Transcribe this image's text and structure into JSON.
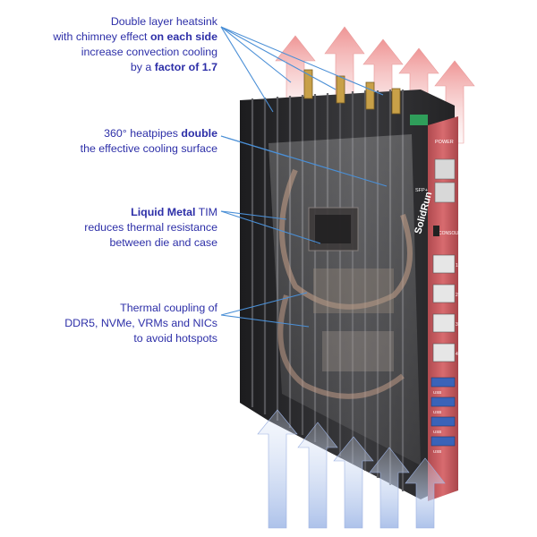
{
  "callouts": [
    {
      "lines": [
        [
          {
            "t": "Double layer heatsink"
          }
        ],
        [
          {
            "t": "with chimney effect "
          },
          {
            "t": "on each side",
            "b": true
          }
        ],
        [
          {
            "t": "increase convection cooling"
          }
        ],
        [
          {
            "t": "by a "
          },
          {
            "t": "factor of 1.7",
            "b": true
          }
        ]
      ]
    },
    {
      "lines": [
        [
          {
            "t": "360° heatpipes "
          },
          {
            "t": "double",
            "b": true
          }
        ],
        [
          {
            "t": "the effective cooling surface"
          }
        ]
      ]
    },
    {
      "lines": [
        [
          {
            "t": "Liquid Metal",
            "b": true
          },
          {
            "t": " TIM"
          }
        ],
        [
          {
            "t": "reduces thermal resistance"
          }
        ],
        [
          {
            "t": "between die and case"
          }
        ]
      ]
    },
    {
      "lines": [
        [
          {
            "t": "Thermal coupling of"
          }
        ],
        [
          {
            "t": "DDR5, NVMe, VRMs and NICs"
          }
        ],
        [
          {
            "t": "to avoid hotspots"
          }
        ]
      ]
    }
  ],
  "device": {
    "logo": "SolidRun",
    "power_label": "POWER",
    "console_label": "CONSOLE",
    "sfp_label": "SFP+",
    "usb_label": "USB",
    "port_numbers": [
      "1",
      "2",
      "3",
      "4"
    ]
  },
  "colors": {
    "callout_text": "#2d2fa8",
    "leader_line": "#4a8fd6",
    "hot_air": "#f0a3a3",
    "cool_air": "#b7c8ec",
    "chassis": "#2b2b2d",
    "front_panel": "#c85a5e"
  }
}
